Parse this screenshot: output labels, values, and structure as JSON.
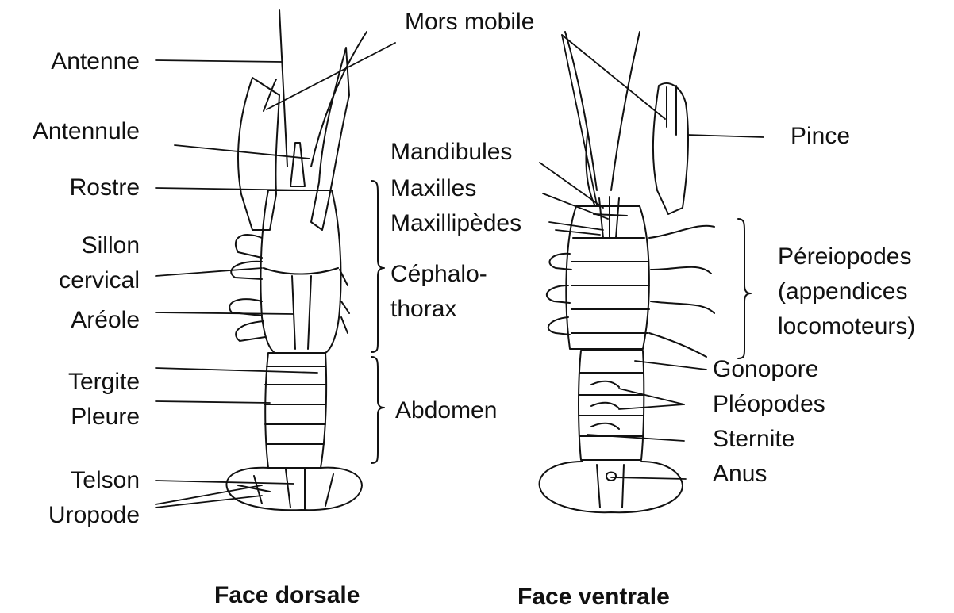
{
  "dorsal": {
    "caption": "Face dorsale",
    "labels": {
      "antenne": "Antenne",
      "antennule": "Antennule",
      "rostre": "Rostre",
      "sillon": "Sillon",
      "cervical": "cervical",
      "areole": "Aréole",
      "cephalo": "Céphalo-",
      "thorax": "thorax",
      "tergite": "Tergite",
      "pleure": "Pleure",
      "abdomen": "Abdomen",
      "telson": "Telson",
      "uropode": "Uropode"
    }
  },
  "ventral": {
    "caption": "Face ventrale",
    "labels": {
      "mors_mobile": "Mors mobile",
      "pince": "Pince",
      "mandibules": "Mandibules",
      "maxilles": "Maxilles",
      "maxillipedes": "Maxillipèdes",
      "pereiopodes": "Péreiopodes",
      "appendices": "(appendices",
      "locomoteurs": "locomoteurs)",
      "gonopore": "Gonopore",
      "pleopodes": "Pléopodes",
      "sternite": "Sternite",
      "anus": "Anus"
    }
  }
}
